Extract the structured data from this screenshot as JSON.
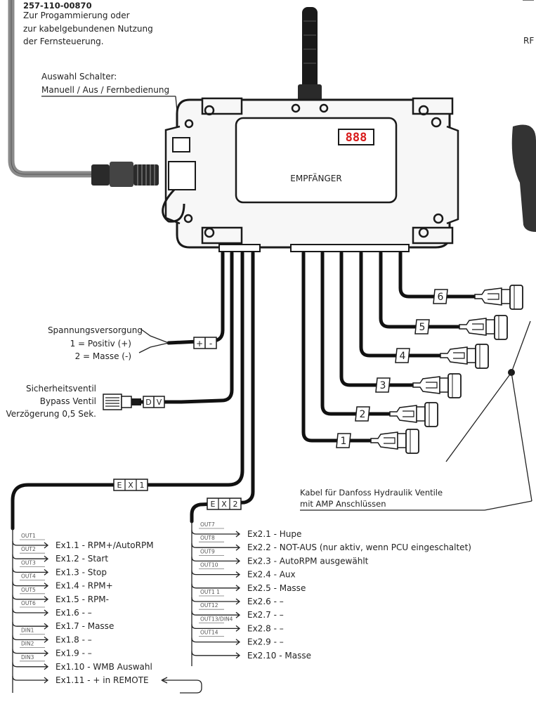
{
  "remote_cable": {
    "part_number": "257-110-00870",
    "desc_line1": "Zur Progammierung oder",
    "desc_line2": "zur kabelgebundenen Nutzung",
    "desc_line3": "der Fernsteuerung."
  },
  "selector_switch": {
    "line1": "Auswahl Schalter:",
    "line2": "Manuell / Aus / Fernbedienung"
  },
  "receiver": {
    "label": "EMPFÄNGER",
    "display": "888"
  },
  "right_edge_text": "RF",
  "power_supply": {
    "line1": "Spannungsversorgung",
    "line2": "1 = Positiv (+)",
    "line3": "2 = Masse (-)",
    "tag": "+|-"
  },
  "safety_valve": {
    "line1": "Sicherheitsventil",
    "line2": "Bypass Ventil",
    "line3": "Verzögerung 0,5 Sek.",
    "tag": "D|V"
  },
  "valve_cables": {
    "tags": [
      "1",
      "2",
      "3",
      "4",
      "5",
      "6"
    ],
    "note_line1": "Kabel für Danfoss Hydraulik Ventile",
    "note_line2": "mit AMP Anschlüssen"
  },
  "ex1": {
    "tag": "E|X|1",
    "items": [
      {
        "port": "OUT1",
        "label": "Ex1.1 - RPM+/AutoRPM"
      },
      {
        "port": "OUT2",
        "label": "Ex1.2 - Start"
      },
      {
        "port": "OUT3",
        "label": "Ex1.3 - Stop"
      },
      {
        "port": "OUT4",
        "label": "Ex1.4 - RPM+"
      },
      {
        "port": "OUT5",
        "label": "Ex1.5 - RPM-"
      },
      {
        "port": "OUT6",
        "label": "Ex1.6 -  –"
      },
      {
        "port": "",
        "label": "Ex1.7 - Masse"
      },
      {
        "port": "DIN1",
        "label": "Ex1.8 -  –"
      },
      {
        "port": "DIN2",
        "label": "Ex1.9 -  –"
      },
      {
        "port": "DIN3",
        "label": "Ex1.10 - WMB Auswahl"
      },
      {
        "port": "",
        "label": "Ex1.11 - + in REMOTE"
      }
    ]
  },
  "ex2": {
    "tag": "E|X|2",
    "items": [
      {
        "port": "OUT7",
        "label": "Ex2.1 - Hupe"
      },
      {
        "port": "OUT8",
        "label": "Ex2.2 - NOT-AUS (nur aktiv, wenn PCU eingeschaltet)"
      },
      {
        "port": "OUT9",
        "label": "Ex2.3 - AutoRPM ausgewählt"
      },
      {
        "port": "OUT10",
        "label": "Ex2.4 - Aux"
      },
      {
        "port": "",
        "label": "Ex2.5 - Masse"
      },
      {
        "port": "OUT1 1",
        "label": "Ex2.6 -  –"
      },
      {
        "port": "OUT12",
        "label": "Ex2.7 -  –"
      },
      {
        "port": "OUT13/DIN4",
        "label": "Ex2.8 -  –"
      },
      {
        "port": "OUT14",
        "label": "Ex2.9 -  –"
      },
      {
        "port": "",
        "label": "Ex2.10 - Masse"
      }
    ]
  },
  "colors": {
    "cable": "#111111",
    "housing": "#f7f7f7",
    "outline": "#1a1a1a",
    "display_red": "#d81b1b",
    "remote_cable_gray": "#8a8a8a"
  }
}
